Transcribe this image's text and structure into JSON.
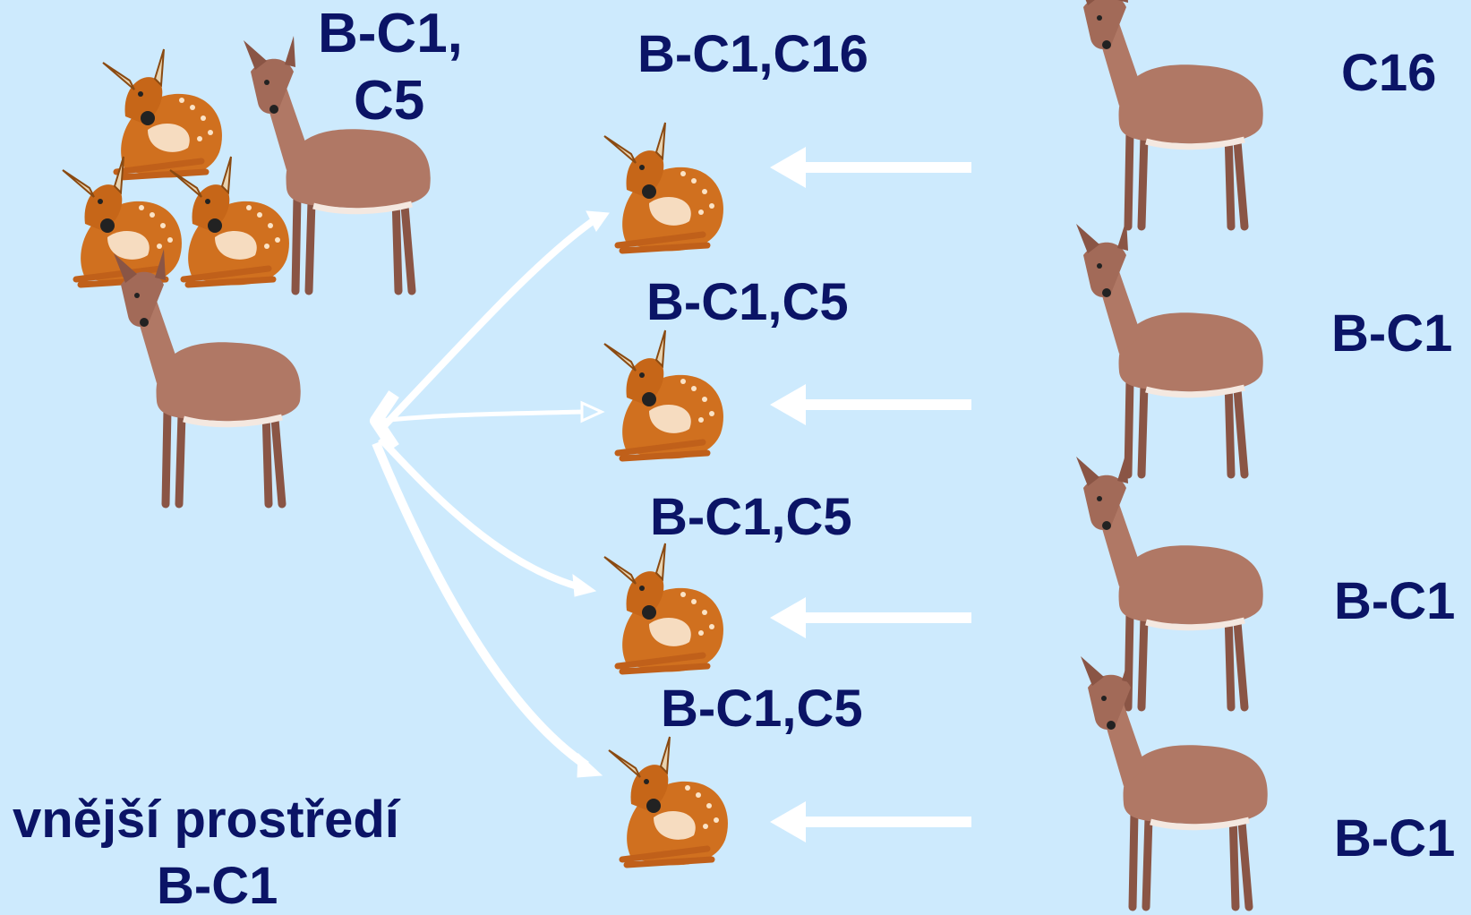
{
  "diagram": {
    "group_label_line1": "B-C1,",
    "group_label_line2": "C5",
    "fawn_labels": [
      "B-C1,C16",
      "B-C1,C5",
      "B-C1,C5",
      "B-C1,C5"
    ],
    "doe_labels": [
      "C16",
      "B-C1",
      "B-C1",
      "B-C1"
    ],
    "environment_line1": "vnější prostředí",
    "environment_line2": "B-C1",
    "colors": {
      "background": "#cdeafd",
      "text": "#0b1466",
      "arrow": "#ffffff",
      "doe_body": "#b07865",
      "fawn_body": "#d0701f"
    }
  }
}
